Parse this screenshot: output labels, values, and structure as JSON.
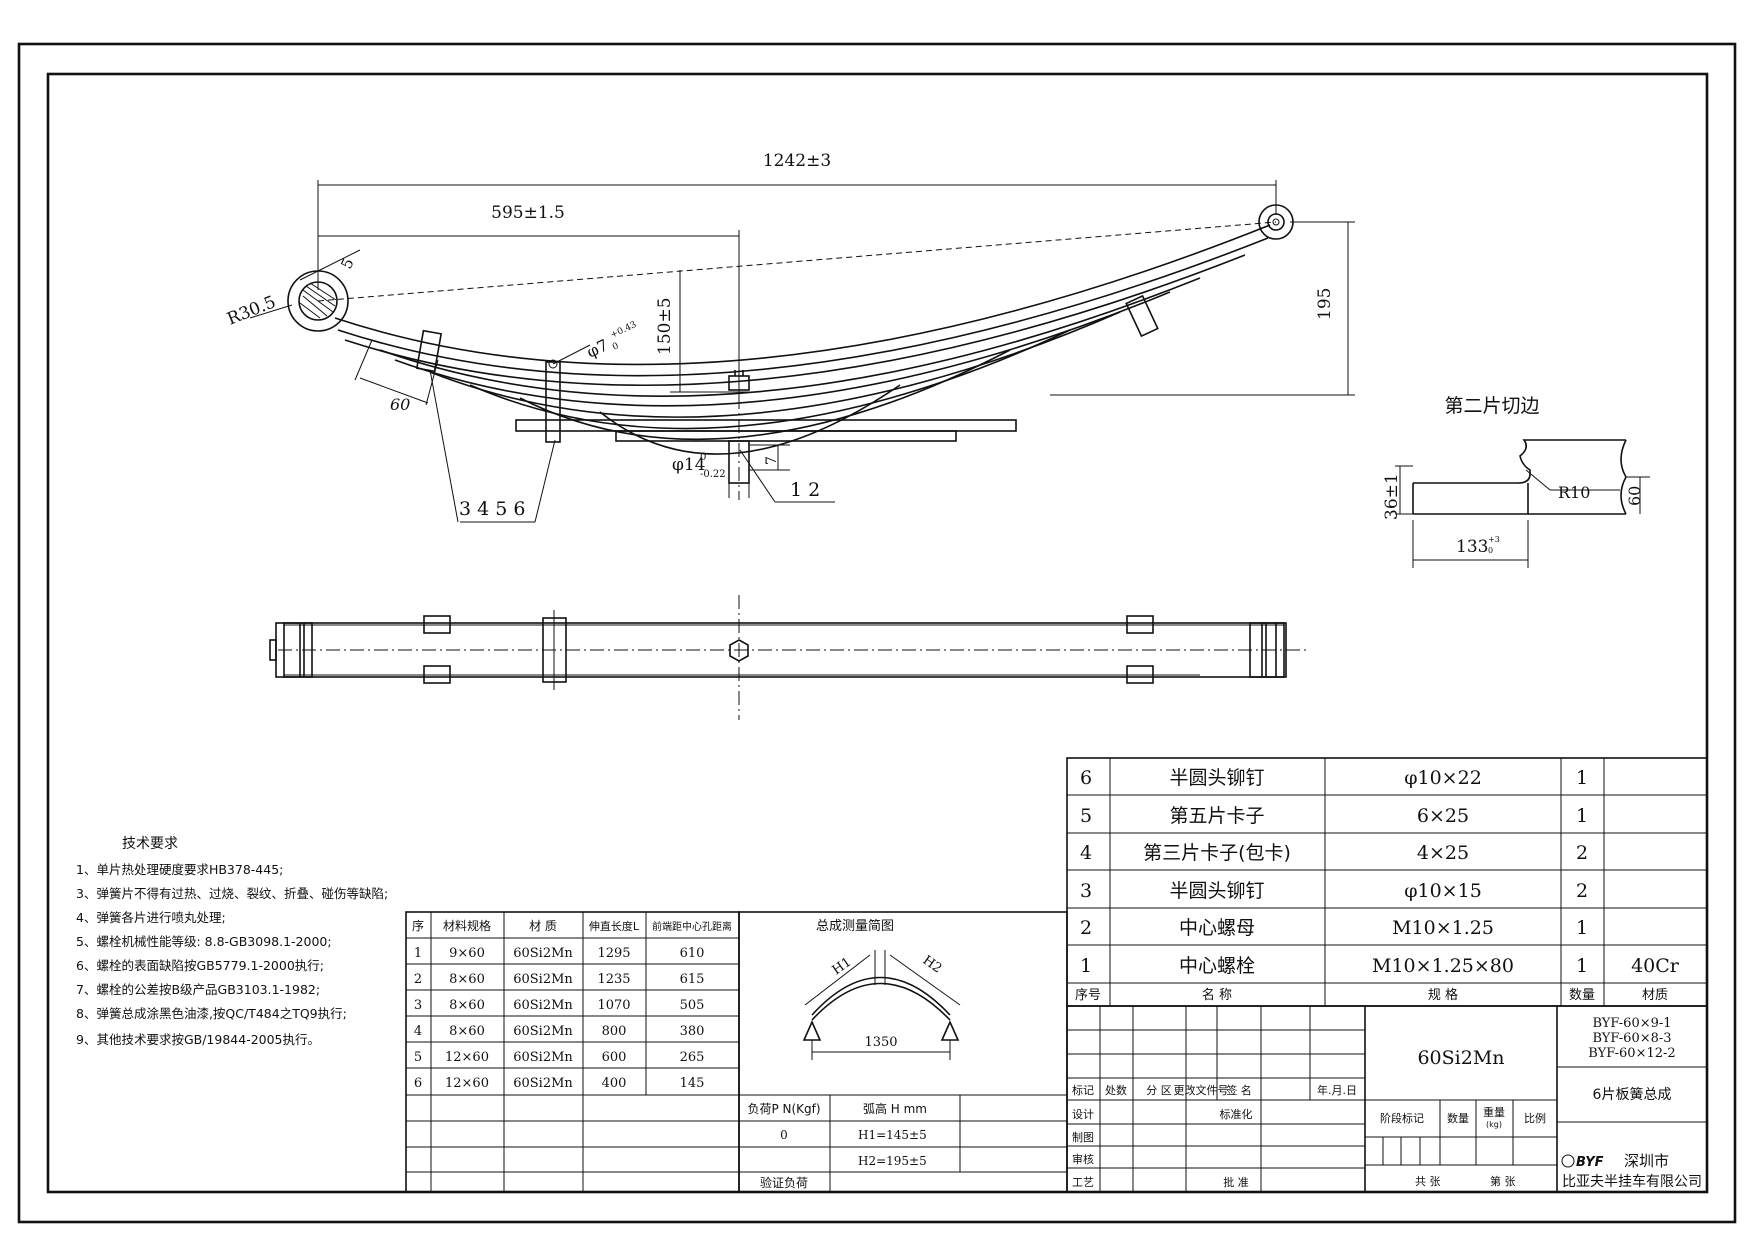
{
  "dimensions": {
    "overall_length": "1242±3",
    "center_offset": "595±1.5",
    "eye_radius": "R30.5",
    "eye_gap": "5",
    "clip_width": "60",
    "rivet_hole": "φ7",
    "rivet_hole_tol": "+0.43",
    "rivet_hole_tol_low": "0",
    "height_150": "150±5",
    "height_195": "195",
    "center_hole": "φ14",
    "center_hole_tol_up": "0",
    "center_hole_tol_low": "-0.22",
    "dim_7": "7",
    "callout_12": "1 2",
    "callout_3456": "3 4 5 6"
  },
  "detail": {
    "title": "第二片切边",
    "dim_36": "36±1",
    "r10": "R10",
    "dim_60": "60",
    "dim_133": "133",
    "dim_133_tol_up": "+3",
    "dim_133_tol_low": "0"
  },
  "tech": {
    "title": "技术要求",
    "items": [
      "1、单片热处理硬度要求HB378-445;",
      "3、弹簧片不得有过热、过烧、裂纹、折叠、碰伤等缺陷;",
      "4、弹簧各片进行喷丸处理;",
      "5、螺栓机械性能等级: 8.8-GB3098.1-2000;",
      "6、螺栓的表面缺陷按GB5779.1-2000执行;",
      "7、螺栓的公差按B级产品GB3103.1-1982;",
      "8、弹簧总成涂黑色油漆,按QC/T484之TQ9执行;",
      "9、其他技术要求按GB/19844-2005执行。"
    ]
  },
  "leaf_table": {
    "headers": [
      "序",
      "材料规格",
      "材 质",
      "伸直长度L",
      "前端距中心孔距离"
    ],
    "rows": [
      [
        "1",
        "9×60",
        "60Si2Mn",
        "1295",
        "610"
      ],
      [
        "2",
        "8×60",
        "60Si2Mn",
        "1235",
        "615"
      ],
      [
        "3",
        "8×60",
        "60Si2Mn",
        "1070",
        "505"
      ],
      [
        "4",
        "8×60",
        "60Si2Mn",
        "800",
        "380"
      ],
      [
        "5",
        "12×60",
        "60Si2Mn",
        "600",
        "265"
      ],
      [
        "6",
        "12×60",
        "60Si2Mn",
        "400",
        "145"
      ]
    ]
  },
  "measure": {
    "title": "总成测量简图",
    "h1": "H1",
    "h2": "H2",
    "span": "1350",
    "load_label": "负荷P N(Kgf)",
    "arc_label": "弧高 H mm",
    "load_value": "0",
    "h1_value": "H1=145±5",
    "h2_value": "H2=195±5",
    "verify": "验证负荷"
  },
  "parts": {
    "rows": [
      [
        "6",
        "半圆头铆钉",
        "φ10×22",
        "1",
        ""
      ],
      [
        "5",
        "第五片卡子",
        "6×25",
        "1",
        ""
      ],
      [
        "4",
        "第三片卡子(包卡)",
        "4×25",
        "2",
        ""
      ],
      [
        "3",
        "半圆头铆钉",
        "φ10×15",
        "2",
        ""
      ],
      [
        "2",
        "中心螺母",
        "M10×1.25",
        "1",
        ""
      ],
      [
        "1",
        "中心螺栓",
        "M10×1.25×80",
        "1",
        "40Cr"
      ]
    ],
    "headers": [
      "序号",
      "名 称",
      "规 格",
      "数量",
      "材质"
    ]
  },
  "title_block": {
    "material": "60Si2Mn",
    "codes": [
      "BYF-60×9-1",
      "BYF-60×8-3",
      "BYF-60×12-2"
    ],
    "name": "6片板簧总成",
    "rev_headers": [
      "标记",
      "处数",
      "分 区",
      "更改文件号",
      "签 名",
      "年.月.日"
    ],
    "roles": [
      "设计",
      "制图",
      "审核",
      "工艺"
    ],
    "std": "标准化",
    "approve": "批 准",
    "stage_headers": [
      "阶段标记",
      "数量",
      "重量",
      "(kg)",
      "比例"
    ],
    "sheets_total": "共 张",
    "sheet_no": "第 张",
    "logo": "BYF",
    "company_line1": "深圳市",
    "company_line2": "比亚夫半挂车有限公司"
  }
}
